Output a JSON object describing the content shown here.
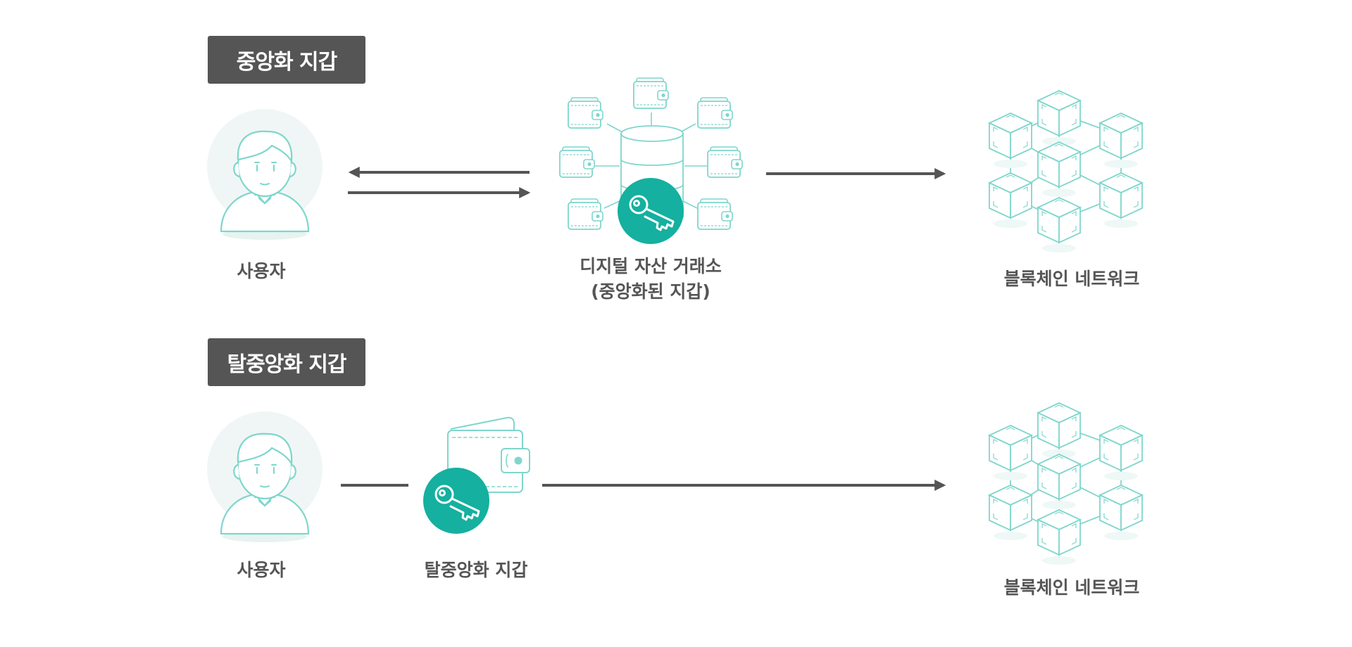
{
  "centralized": {
    "tag": "중앙화 지갑",
    "user_label": "사용자",
    "exchange_label_line1": "디지털 자산 거래소",
    "exchange_label_line2": "(중앙화된 지갑)",
    "network_label": "블록체인 네트워크"
  },
  "decentralized": {
    "tag": "탈중앙화 지갑",
    "user_label": "사용자",
    "wallet_label": "탈중앙화 지갑",
    "network_label": "블록체인 네트워크"
  },
  "colors": {
    "icon_stroke": "#7fd6cc",
    "icon_fill_light": "#eef8f6",
    "accent": "#15b09f",
    "arrow": "#555555",
    "tag_bg": "#555555",
    "avatar_bg": "#f0f6f6"
  }
}
